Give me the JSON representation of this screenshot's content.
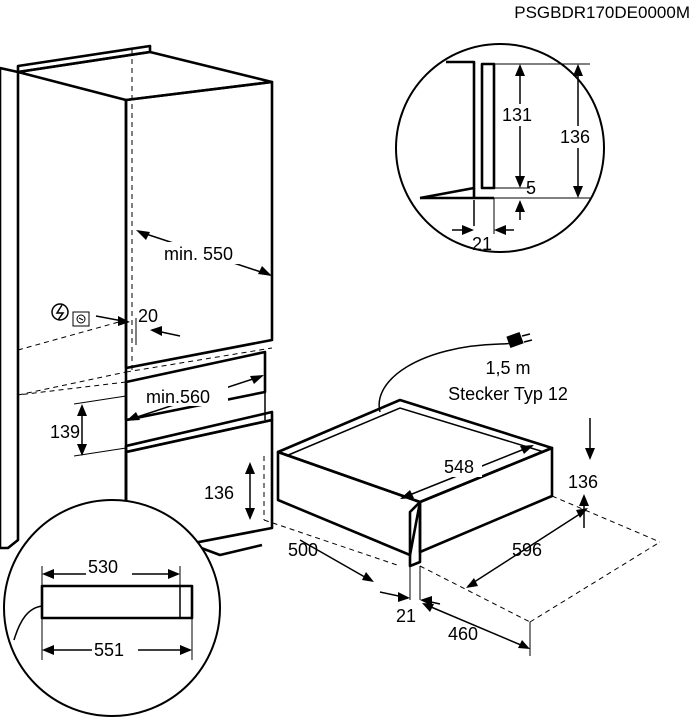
{
  "model_code": "PSGBDR170DE0000M",
  "dimensions": {
    "niche_depth_min": "min. 550",
    "gap": "20",
    "niche_width_min": "min.560",
    "niche_height": "139",
    "drawer_height_cab": "136",
    "depth_500": "500",
    "width_548": "548",
    "height_136": "136",
    "width_596": "596",
    "front_21": "21",
    "depth_460": "460",
    "detail_131": "131",
    "detail_136": "136",
    "detail_5": "5",
    "detail_21": "21",
    "inner_530": "530",
    "outer_551": "551"
  },
  "cable": {
    "length": "1,5 m",
    "plug_type": "Stecker Typ 12"
  },
  "icons": [
    "electric-shock-warning-icon",
    "socket-icon"
  ]
}
